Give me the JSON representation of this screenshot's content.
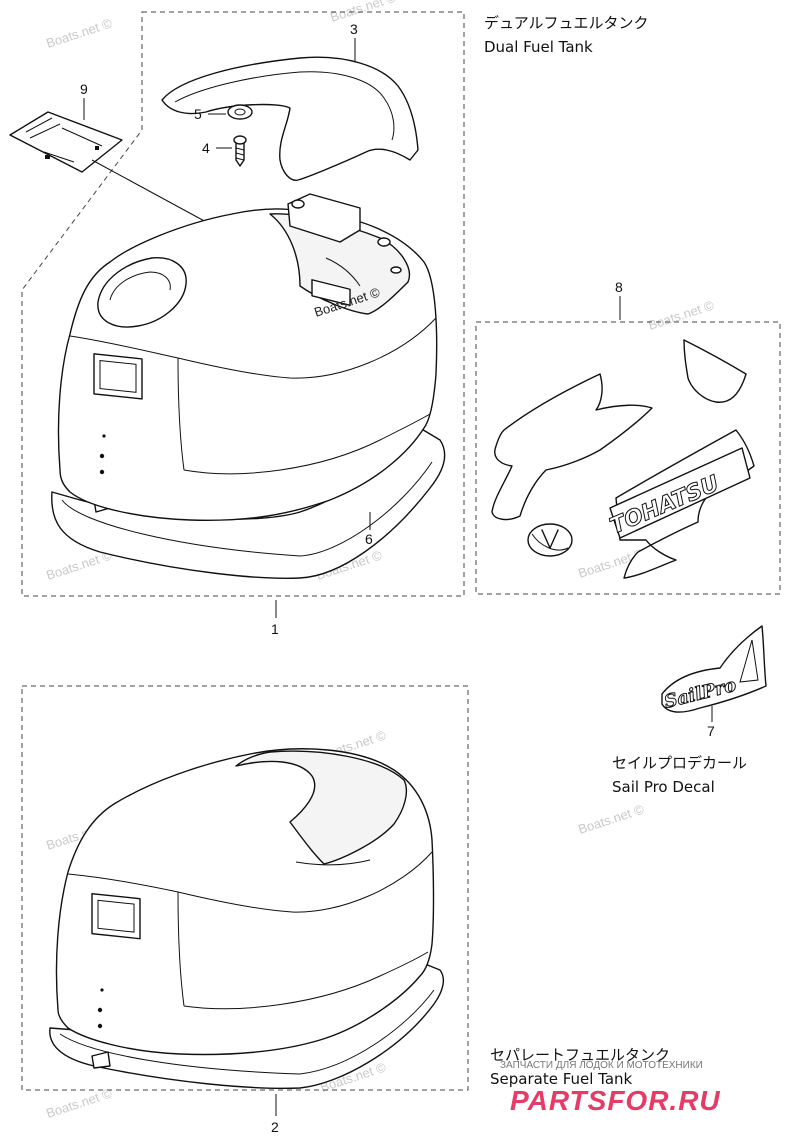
{
  "callouts": {
    "c1": "1",
    "c2": "2",
    "c3": "3",
    "c4": "4",
    "c5": "5",
    "c6": "6",
    "c7": "7",
    "c8": "8",
    "c9": "9"
  },
  "captions": {
    "dual_jp": "デュアルフュエルタンク",
    "dual_en": "Dual Fuel Tank",
    "sail_jp": "セイルプロデカール",
    "sail_en": "Sail Pro Decal",
    "separate_jp": "セパレートフュエルタンク",
    "separate_en": "Separate Fuel Tank"
  },
  "decals": {
    "brand": "TOHATSU",
    "sail": "SailPro"
  },
  "watermarks": {
    "boats": "Boats.net ©"
  },
  "footer": {
    "tagline": "ЗАПЧАСТИ ДЛЯ ЛОДОК И МОТОТЕХНИКИ",
    "brand": "PARTSFOR.RU"
  },
  "colors": {
    "brand_pink": "#e63a67",
    "line": "#111111",
    "watermark": "#c9c9c9"
  }
}
